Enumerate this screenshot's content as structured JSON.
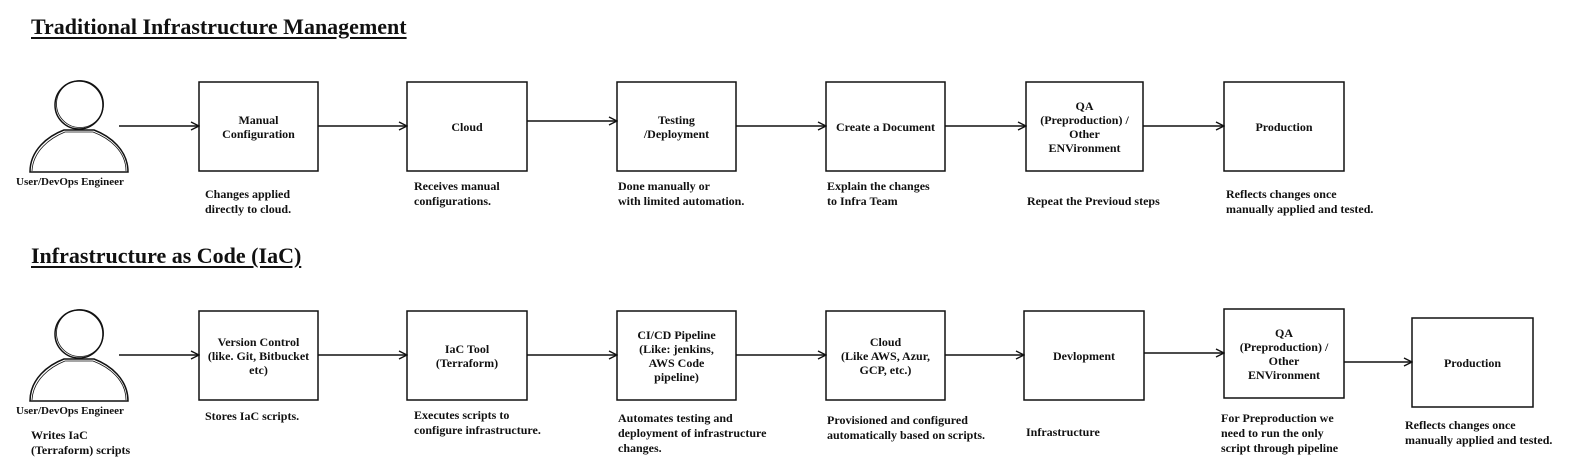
{
  "traditional": {
    "title": "Traditional Infrastructure Management",
    "user_label": "User/DevOps Engineer",
    "steps": [
      {
        "label": "Manual\nConfiguration",
        "note": "Changes applied\ndirectly to cloud."
      },
      {
        "label": "Cloud",
        "note": "Receives manual\nconfigurations."
      },
      {
        "label": "Testing\n/Deployment",
        "note": "Done manually or\nwith limited automation."
      },
      {
        "label": "Create a Document",
        "note": "Explain the changes\nto Infra Team"
      },
      {
        "label": "QA\n(Preproduction) /\nOther\nENVironment",
        "note": "Repeat the Previoud steps"
      },
      {
        "label": "Production",
        "note": "Reflects changes once\nmanually applied and tested."
      }
    ]
  },
  "iac": {
    "title": "Infrastructure as Code (IaC)",
    "user_label": "User/DevOps Engineer",
    "user_note": "Writes IaC\n(Terraform) scripts",
    "steps": [
      {
        "label": "Version Control\n(like. Git, Bitbucket\netc)",
        "note": "Stores IaC scripts."
      },
      {
        "label": "IaC Tool\n(Terraform)",
        "note": "Executes scripts to\nconfigure infrastructure."
      },
      {
        "label": "CI/CD Pipeline\n(Like: jenkins,\nAWS Code\npipeline)",
        "note": "Automates testing and\ndeployment of infrastructure\nchanges."
      },
      {
        "label": "Cloud\n(Like AWS, Azur,\nGCP, etc.)",
        "note": "Provisioned and configured\nautomatically based on scripts."
      },
      {
        "label": "Devlopment",
        "note": "Infrastructure"
      },
      {
        "label": "QA\n(Preproduction) /\nOther\nENVironment",
        "note": "For Preproduction we\nneed to run the only\nscript through pipeline"
      },
      {
        "label": "Production",
        "note": "Reflects changes once\nmanually applied and tested."
      }
    ]
  }
}
